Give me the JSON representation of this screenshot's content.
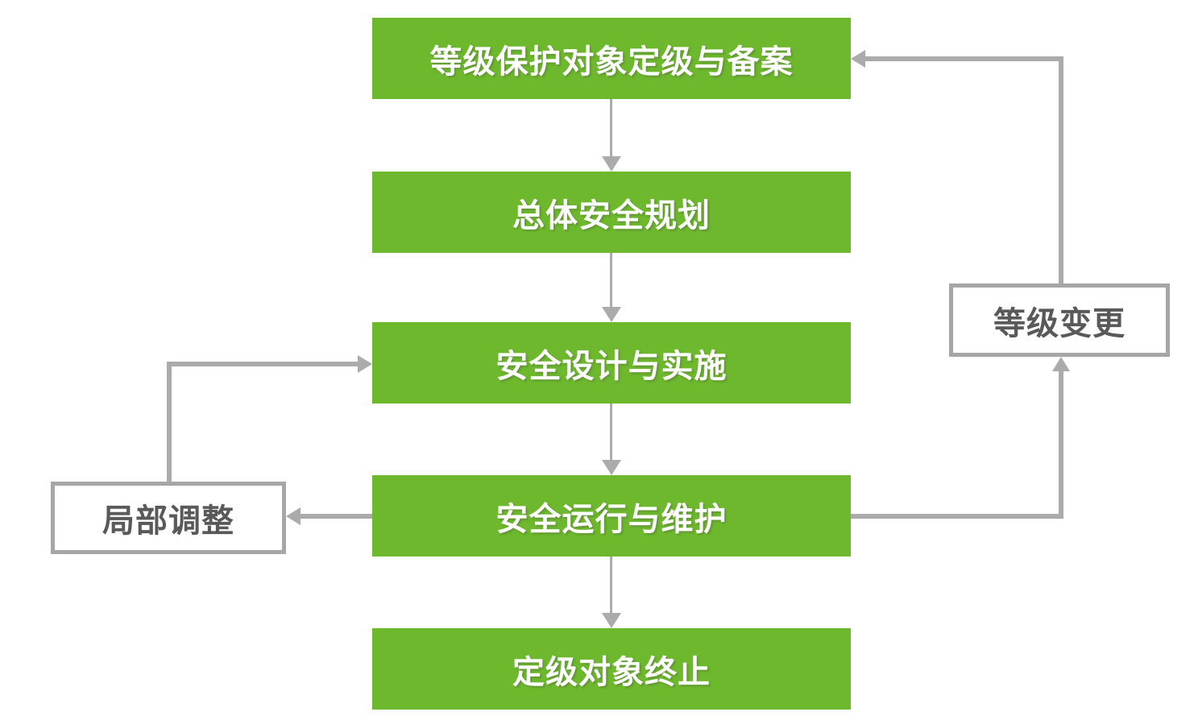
{
  "colors": {
    "node_fill": "#6DB82D",
    "node_text": "#FFFFFF",
    "connector_gray": "#ABABAB",
    "label_border": "#A6A6A6",
    "label_text": "#595959",
    "background": "#FFFFFF"
  },
  "nodes": [
    {
      "id": "grading-filing",
      "label": "等级保护对象定级与备案"
    },
    {
      "id": "overall-planning",
      "label": "总体安全规划"
    },
    {
      "id": "design-implementation",
      "label": "安全设计与实施"
    },
    {
      "id": "operation-maintenance",
      "label": "安全运行与维护"
    },
    {
      "id": "object-termination",
      "label": "定级对象终止"
    }
  ],
  "side_labels": [
    {
      "id": "level-change",
      "label": "等级变更",
      "side": "right"
    },
    {
      "id": "partial-adjustment",
      "label": "局部调整",
      "side": "left"
    }
  ],
  "edges": [
    {
      "from": "grading-filing",
      "to": "overall-planning",
      "type": "down-arrow"
    },
    {
      "from": "overall-planning",
      "to": "design-implementation",
      "type": "down-arrow"
    },
    {
      "from": "design-implementation",
      "to": "operation-maintenance",
      "type": "down-arrow"
    },
    {
      "from": "operation-maintenance",
      "to": "object-termination",
      "type": "down-arrow"
    },
    {
      "from": "operation-maintenance",
      "via": "level-change",
      "to": "grading-filing",
      "type": "feedback-right"
    },
    {
      "from": "operation-maintenance",
      "via": "partial-adjustment",
      "to": "design-implementation",
      "type": "feedback-left"
    }
  ]
}
